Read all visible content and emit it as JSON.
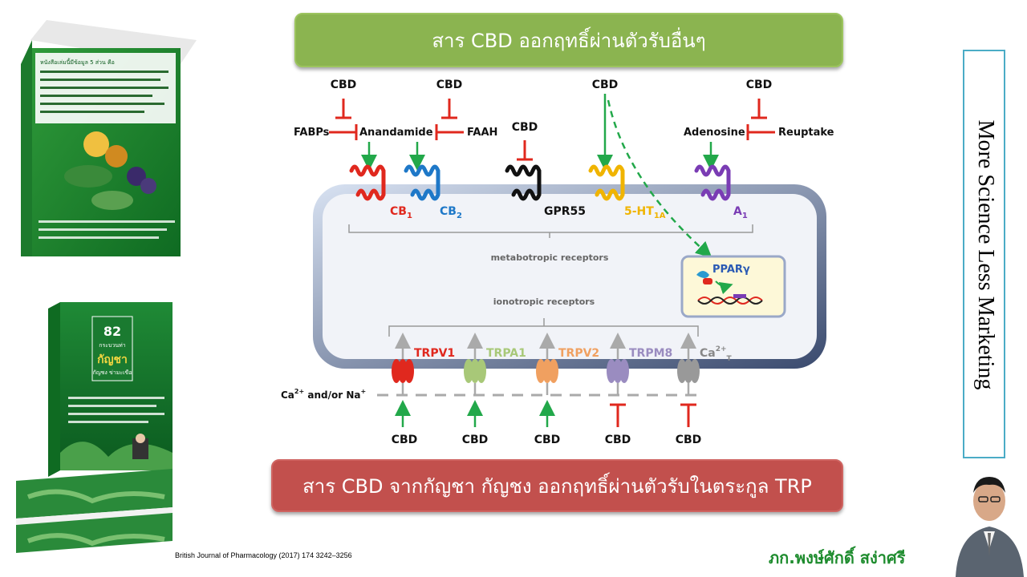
{
  "banners": {
    "top": "สาร CBD ออกฤทธิ์ผ่านตัวรับอื่นๆ",
    "bottom": "สาร CBD จากกัญชา กัญชง ออกฤทธิ์ผ่านตัวรับในตระกูล TRP"
  },
  "side_text": "More Science Less Marketing",
  "citation": "British Journal of Pharmacology  (2017) 174 3242–3256",
  "author": "ภก.พงษ์ศักดิ์ สง่าศรี",
  "book1": {
    "heading": "หนังสือเล่มนี้มีข้อมูล 5 ส่วน คือ"
  },
  "book2": {
    "number": "82",
    "subtitle": "กระบวนท่า",
    "title": "กัญชา",
    "subtitle2": "กัญชง ข่ามะเขือ"
  },
  "diagram": {
    "cbd": "CBD",
    "fabps": "FABPs",
    "anandamide": "Anandamide",
    "faah": "FAAH",
    "adenosine": "Adenosine",
    "reuptake": "Reuptake",
    "cb1": "CB",
    "cb1_sub": "1",
    "cb2": "CB",
    "cb2_sub": "2",
    "gpr55": "GPR55",
    "ht1a": "5-HT",
    "ht1a_sub": "1A",
    "a1": "A",
    "a1_sub": "1",
    "metabotropic": "metabotropic receptors",
    "ionotropic": "ionotropic receptors",
    "ppar": "PPARγ",
    "trpv1": "TRPV1",
    "trpa1": "TRPA1",
    "trpv2": "TRPV2",
    "trpm8": "TRPM8",
    "cat": "Ca",
    "cat_sup": "2+",
    "cat_sub": "T",
    "ca_na": "Ca",
    "ca_na_sup": "2+",
    "ca_na_rest": " and/or Na",
    "ca_na_sup2": "+"
  },
  "colors": {
    "green_banner": "#8bb450",
    "red_banner": "#c2504d",
    "arrow_green": "#22a84a",
    "inhibit_red": "#e0281e",
    "cb1": "#e0281e",
    "cb2": "#1e78c8",
    "gpr55": "#111111",
    "ht1a": "#f0b400",
    "a1": "#7a3cb4",
    "trpv1": "#e0281e",
    "trpa1": "#a8c878",
    "trpv2": "#f0a060",
    "trpm8": "#9a8cc0"
  }
}
